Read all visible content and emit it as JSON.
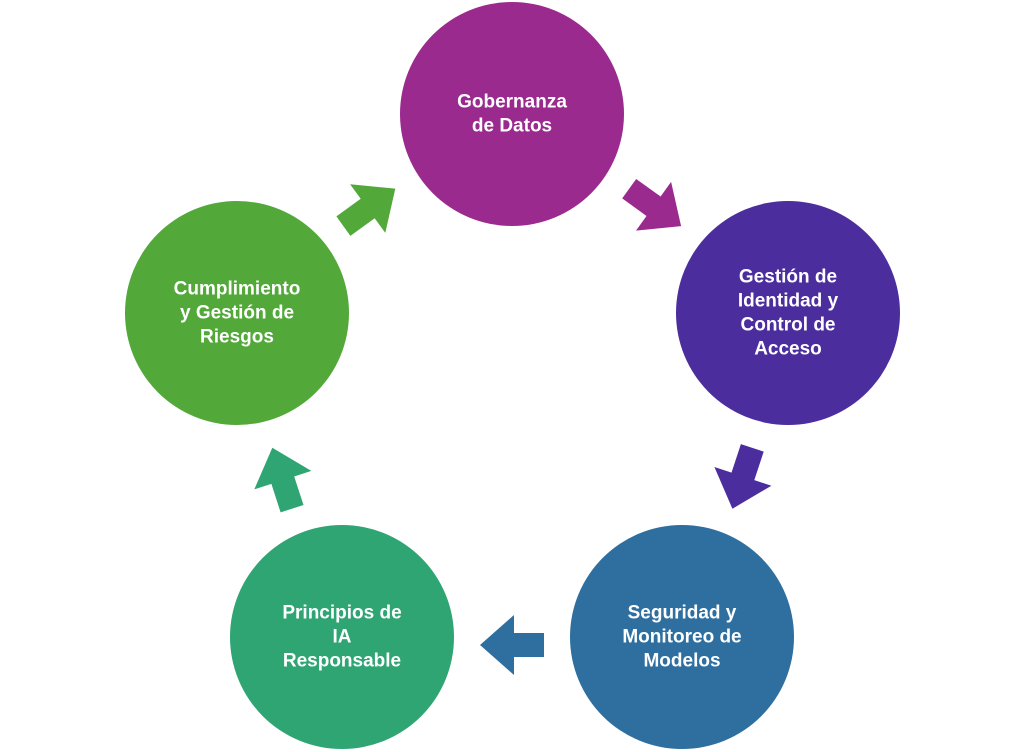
{
  "diagram": {
    "nodes": [
      {
        "id": "gobernanza",
        "lines": [
          "Gobernanza",
          "de Datos"
        ],
        "color": "#9b2a8f"
      },
      {
        "id": "identidad",
        "lines": [
          "Gestión de",
          "Identidad y",
          "Control de",
          "Acceso"
        ],
        "color": "#4b2d9e"
      },
      {
        "id": "seguridad",
        "lines": [
          "Seguridad y",
          "Monitoreo de",
          "Modelos"
        ],
        "color": "#2e6fa0"
      },
      {
        "id": "principios",
        "lines": [
          "Principios de",
          "IA",
          "Responsable"
        ],
        "color": "#2fa574"
      },
      {
        "id": "cumplimiento",
        "lines": [
          "Cumplimiento",
          "y Gestión de",
          "Riesgos"
        ],
        "color": "#52a838"
      }
    ],
    "arrows": [
      {
        "from": "gobernanza",
        "to": "identidad",
        "color": "#9b2a8f"
      },
      {
        "from": "identidad",
        "to": "seguridad",
        "color": "#4b2d9e"
      },
      {
        "from": "seguridad",
        "to": "principios",
        "color": "#2e6fa0"
      },
      {
        "from": "principios",
        "to": "cumplimiento",
        "color": "#2fa574"
      },
      {
        "from": "cumplimiento",
        "to": "gobernanza",
        "color": "#52a838"
      }
    ]
  }
}
